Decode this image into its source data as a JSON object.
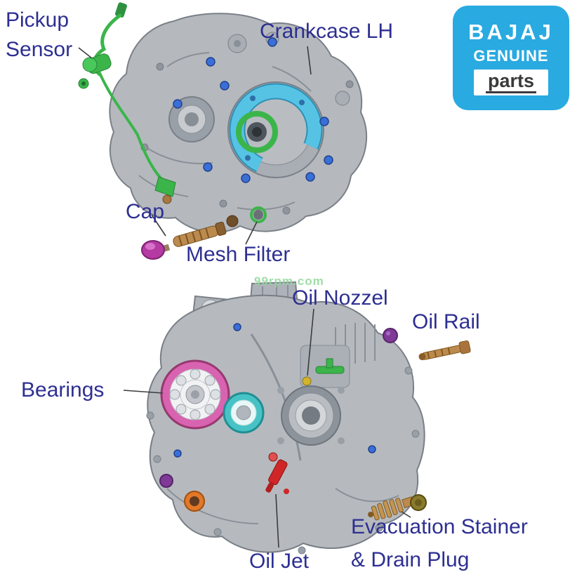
{
  "watermark": "99rpm.com",
  "logo": {
    "brand": "BAJAJ",
    "genuine": "GENUINE",
    "parts": "parts"
  },
  "labels": {
    "pickup_line1": "Pickup",
    "pickup_line2": "Sensor",
    "crankcase_lh": "Crankcase LH",
    "cap": "Cap",
    "mesh_filter": "Mesh Filter",
    "oil_nozzel": "Oil Nozzel",
    "oil_rail": "Oil Rail",
    "bearings": "Bearings",
    "oil_jet": "Oil Jet",
    "evacuation_line1": "Evacuation Stainer",
    "evacuation_line2": "& Drain Plug"
  },
  "colors": {
    "label_blue": "#2d2f92",
    "logo_bg": "#29aae1",
    "part_green": "#3bb54a",
    "band_cyan": "#56c3e4",
    "bearing_pink": "#d863b0",
    "bearing_teal": "#47c3c6",
    "cap_magenta": "#b53aa2",
    "jet_red": "#cf2727",
    "bushing_orange": "#e2782a",
    "plug_purple": "#7e3a96",
    "plug_olive": "#8a7a2e",
    "bolt_blue": "#3a6fd8",
    "bolt_yellow": "#d2b42c",
    "brass": "#bc8a4c"
  }
}
